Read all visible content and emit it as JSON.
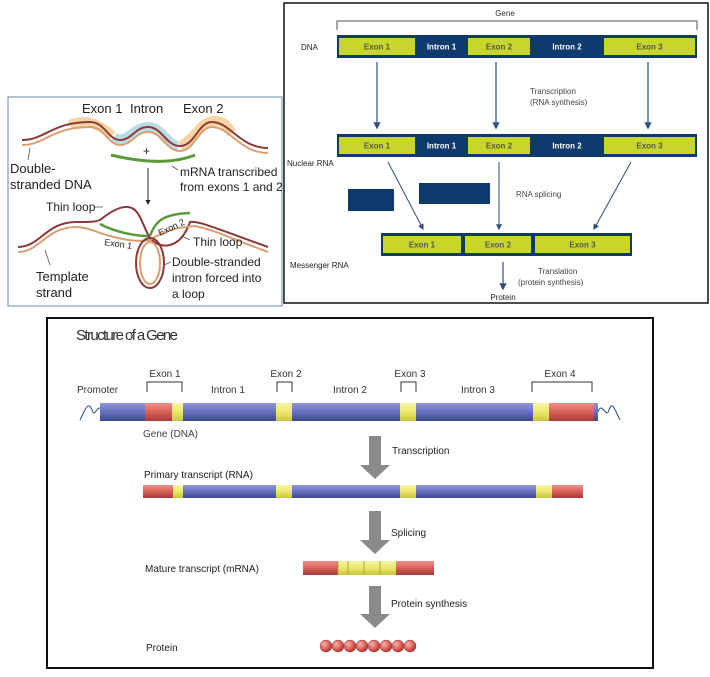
{
  "panel_splicing_loop": {
    "labels": {
      "exon1": "Exon 1",
      "intron": "Intron",
      "exon2": "Exon 2",
      "ds_dna_1": "Double-",
      "ds_dna_2": "stranded DNA",
      "mrna_1": "mRNA transcribed",
      "mrna_2": "from exons 1 and 2",
      "plus": "+",
      "thin_loop_left": "Thin loop",
      "thin_loop_right": "Thin loop",
      "exon1_small": "Exon 1",
      "exon2_small": "Exon 2",
      "template_1": "Template",
      "template_2": "strand",
      "intron_loop_1": "Double-stranded",
      "intron_loop_2": "intron forced into",
      "intron_loop_3": "a loop"
    },
    "colors": {
      "strand_dark": "#8b3a3a",
      "strand_light": "#d9a070",
      "exon_glow": "#f5c27a",
      "intron_glow": "#a9d3e0",
      "mrna": "#5a9a3a"
    }
  },
  "panel_gene_expression": {
    "gene": "Gene",
    "dna": "DNA",
    "nuclear_rna": "Nuclear RNA",
    "messenger_rna": "Messenger RNA",
    "dna_segments": [
      "Exon 1",
      "Intron 1",
      "Exon 2",
      "Intron 2",
      "Exon 3"
    ],
    "rna_segments": [
      "Exon 1",
      "Intron 1",
      "Exon 2",
      "Intron 2",
      "Exon 3"
    ],
    "mrna_segments": [
      "Exon 1",
      "Exon 2",
      "Exon 3"
    ],
    "transcription_1": "Transcription",
    "transcription_2": "(RNA synthesis)",
    "splicing": "RNA splicing",
    "translation_1": "Translation",
    "translation_2": "(protein synthesis)",
    "protein": "Protein",
    "colors": {
      "exon": "#c8d62a",
      "intron": "#0f3a6e",
      "arrow": "#2f4f80"
    }
  },
  "panel_structure": {
    "title": "Structure of a Gene",
    "promoter": "Promoter",
    "exons": [
      "Exon 1",
      "Exon 2",
      "Exon 3",
      "Exon 4"
    ],
    "introns": [
      "Intron 1",
      "Intron 2",
      "Intron 3"
    ],
    "gene_dna": "Gene (DNA)",
    "transcription": "Transcription",
    "primary_transcript": "Primary transcript (RNA)",
    "splicing": "Splicing",
    "mature_transcript": "Mature transcript (mRNA)",
    "protein_synthesis": "Protein synthesis",
    "protein": "Protein",
    "colors": {
      "intron": "#6670c0",
      "exon_coding": "#ece86a",
      "utr": "#d9605a",
      "arrow": "#8a8a8a"
    }
  }
}
